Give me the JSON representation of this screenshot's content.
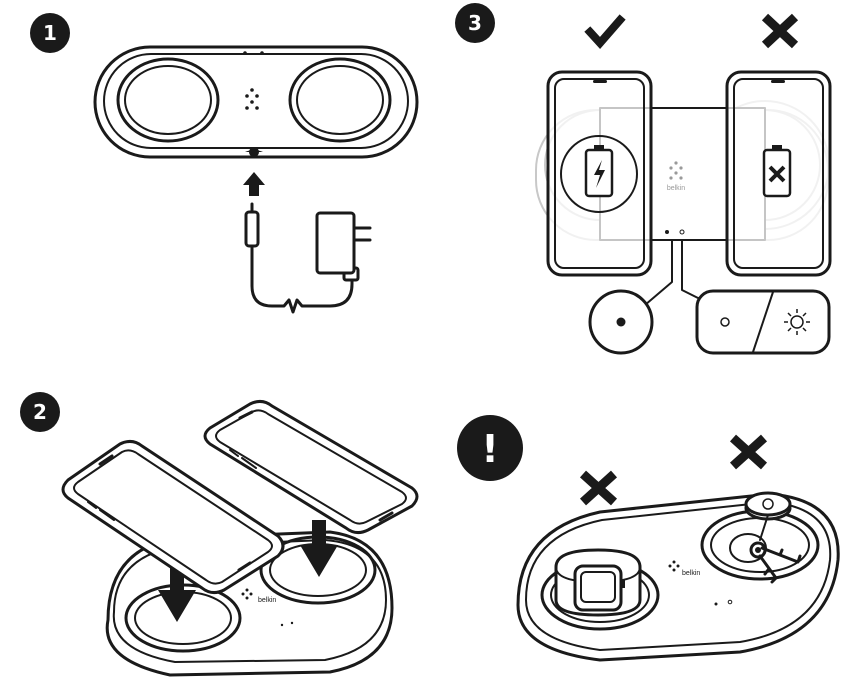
{
  "steps": [
    {
      "number": "1"
    },
    {
      "number": "2"
    },
    {
      "number": "3"
    },
    {
      "number": "!"
    }
  ],
  "brand": "belkin",
  "icons": {
    "correct": "checkmark-icon",
    "incorrect": "cross-icon",
    "charging": "battery-charging-icon",
    "not_charging": "battery-error-icon",
    "light": "sun-icon"
  }
}
